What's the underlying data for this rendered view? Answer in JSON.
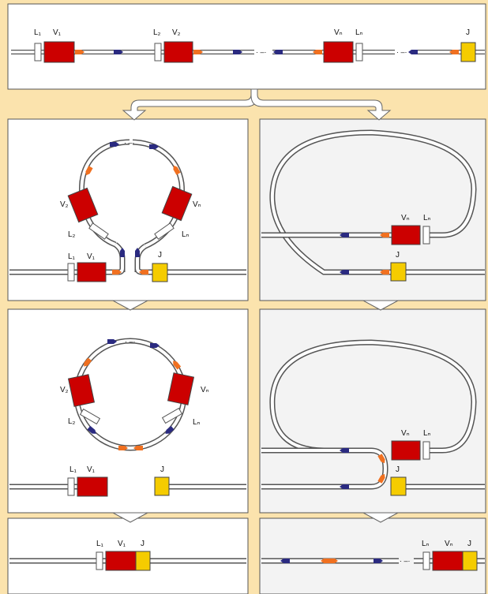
{
  "colors": {
    "background": "#fbe3ad",
    "panel_right": "#f3f3f3",
    "panel_left": "#ffffff",
    "v_segment": "#cc0000",
    "j_segment": "#f5cc00",
    "rss_orange": "#f07020",
    "rss_blue": "#2a2a80",
    "dna": "#ffffff",
    "outline": "#555555"
  },
  "labels": {
    "L1": "L₁",
    "V1": "V₁",
    "L2": "L₂",
    "V2": "V₂",
    "Vn": "Vₙ",
    "Ln": "Lₙ",
    "J": "J"
  }
}
